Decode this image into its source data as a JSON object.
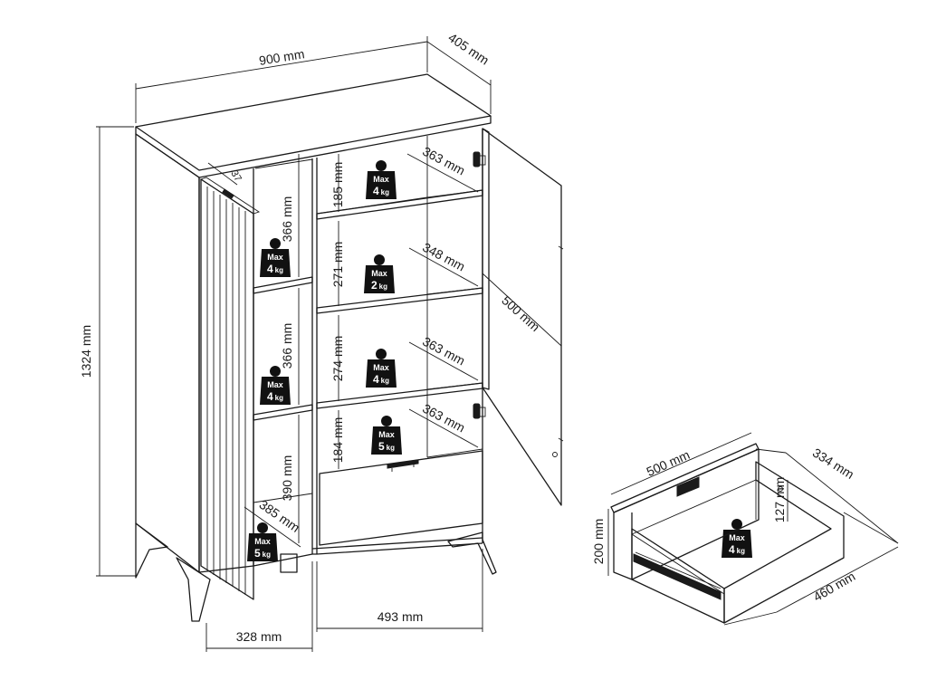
{
  "dimensions": {
    "width": "900 mm",
    "depth": "405 mm",
    "height": "1324 mm",
    "left_comp_width": "328 mm",
    "right_comp_width": "493 mm",
    "door_width": "500 mm",
    "left_shelf_gap_top": "366 mm",
    "left_shelf_gap_mid": "366 mm",
    "left_bottom_height": "390 mm",
    "left_bottom_depth": "385 mm",
    "right_gap_1": "185 mm",
    "right_gap_2": "271 mm",
    "right_gap_3": "274 mm",
    "right_gap_4": "184 mm",
    "shelf_depth_1": "363 mm",
    "shelf_depth_2": "348 mm",
    "shelf_depth_3": "363 mm",
    "shelf_depth_4": "363 mm",
    "top_gap": "37",
    "drawer_width": "500 mm",
    "drawer_height": "200 mm",
    "drawer_inner_width": "334 mm",
    "drawer_depth": "460 mm",
    "drawer_inner_height": "127 mm"
  },
  "loads": {
    "max_label": "Max",
    "unit": "kg",
    "left_top": "4",
    "left_mid": "4",
    "left_bottom": "5",
    "right_1": "4",
    "right_2": "2",
    "right_3": "4",
    "right_4": "5",
    "drawer": "4"
  }
}
